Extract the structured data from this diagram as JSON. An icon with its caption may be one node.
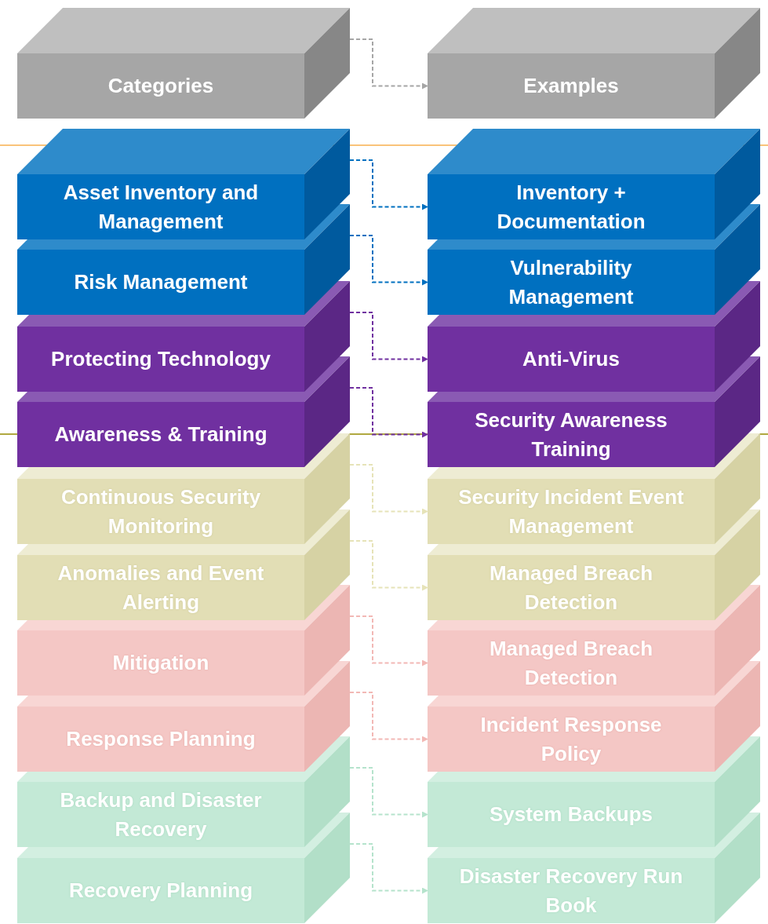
{
  "diagram": {
    "nodes": [
      {
        "text": [
          "Categories"
        ]
      },
      {
        "text": [
          "Examples"
        ]
      },
      {
        "text": [
          "Asset Inventory and Management"
        ]
      },
      {
        "text": [
          "Inventory + Documentation"
        ]
      },
      {
        "text": [
          "Risk Management"
        ]
      },
      {
        "text": [
          "Vulnerability Management"
        ]
      },
      {
        "text": [
          "Protecting Technology"
        ]
      },
      {
        "text": [
          "Anti-Virus"
        ]
      },
      {
        "text": [
          "Awareness & Training"
        ]
      },
      {
        "text": [
          "Security Awareness Training"
        ]
      },
      {
        "text": [
          "Continuous Security Monitoring"
        ]
      },
      {
        "text": [
          "Security Incident Event Management"
        ]
      },
      {
        "text": [
          "Anomalies and Event Alerting"
        ]
      },
      {
        "text": [
          "Managed Breach Detection"
        ]
      },
      {
        "text": [
          "Mitigation"
        ]
      },
      {
        "text": [
          "Managed Breach Detection"
        ]
      },
      {
        "text": [
          "Response Planning"
        ]
      },
      {
        "text": [
          "Incident Response Policy"
        ]
      },
      {
        "text": [
          "Backup and Disaster Recovery"
        ]
      },
      {
        "text": [
          "System Backups"
        ]
      },
      {
        "text": [
          "Recovery Planning"
        ]
      },
      {
        "text": [
          "Disaster Recovery Run Book"
        ]
      }
    ],
    "edges": [
      {
        "from": 0,
        "to": 1,
        "arrow": "to",
        "style": "dashed",
        "color": "#a6a6a6"
      },
      {
        "from": 2,
        "to": 3,
        "arrow": "to",
        "style": "dashed",
        "color": "#0070c0"
      },
      {
        "from": 4,
        "to": 5,
        "arrow": "to",
        "style": "dashed",
        "color": "#0070c0"
      },
      {
        "from": 6,
        "to": 7,
        "arrow": "to",
        "style": "dashed",
        "color": "#7030a0"
      },
      {
        "from": 8,
        "to": 9,
        "arrow": "to",
        "style": "dashed",
        "color": "#7030a0"
      },
      {
        "from": 10,
        "to": 11,
        "arrow": "to",
        "style": "dashed",
        "color": "#e6e3b8"
      },
      {
        "from": 12,
        "to": 13,
        "arrow": "to",
        "style": "dashed",
        "color": "#e6e3b8"
      },
      {
        "from": 14,
        "to": 15,
        "arrow": "to",
        "style": "dashed",
        "color": "#f2b8b5"
      },
      {
        "from": 16,
        "to": 17,
        "arrow": "to",
        "style": "dashed",
        "color": "#f2b8b5"
      },
      {
        "from": 18,
        "to": 19,
        "arrow": "to",
        "style": "dashed",
        "color": "#b5e3cc"
      },
      {
        "from": 20,
        "to": 21,
        "arrow": "to",
        "style": "dashed",
        "color": "#b5e3cc"
      }
    ]
  }
}
